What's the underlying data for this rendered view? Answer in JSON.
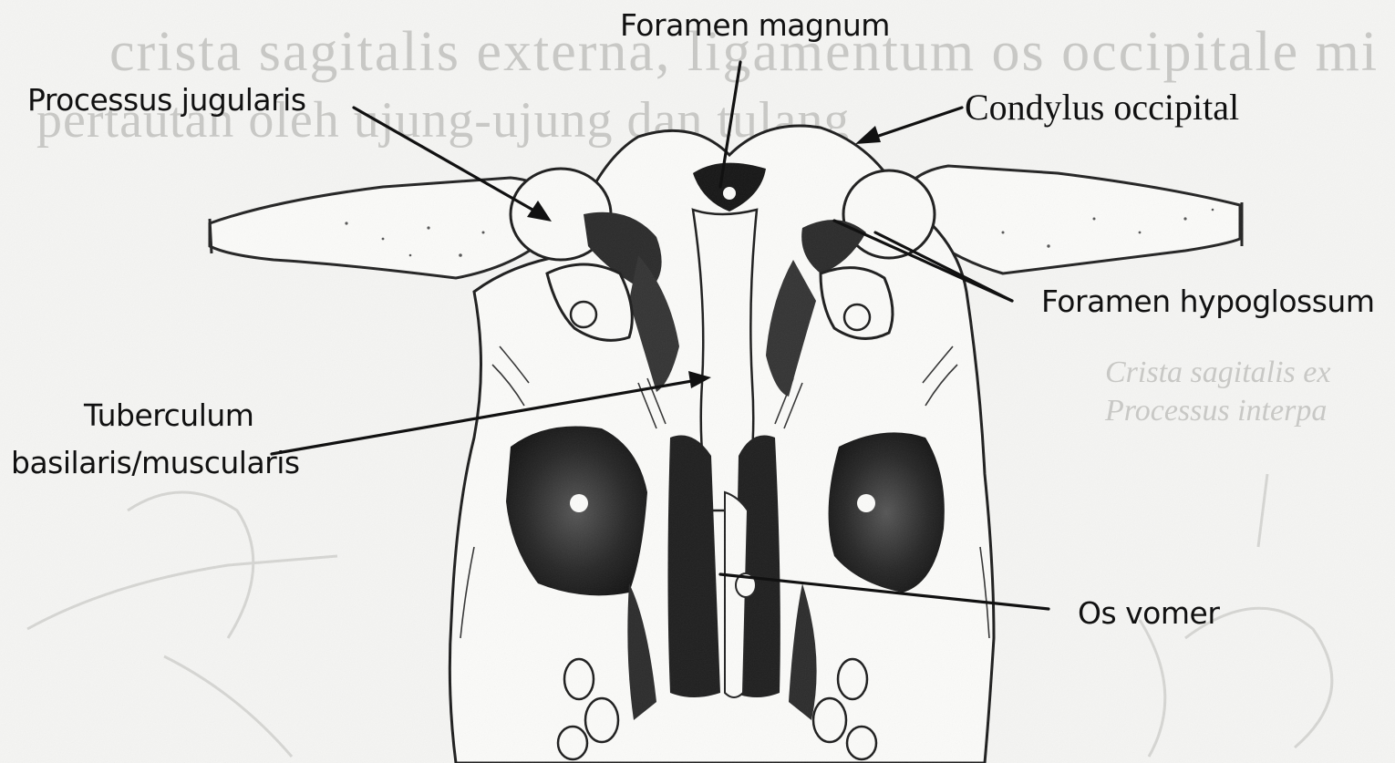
{
  "figure": {
    "background_text": {
      "line1": "crista sagitalis externa, ligamentum os occipitale mi n",
      "line2": "pertautan oleh ujung-ujung dan tulang",
      "right1": "Crista sagitalis ex",
      "right2": "Processus interpa"
    },
    "labels": {
      "foramen_magnum": "Foramen magnum",
      "processus_jugularis": "Processus jugularis",
      "condylus_occipital": "Condylus occipital",
      "foramen_hypoglossum": "Foramen hypoglossum",
      "tuberculum_line1": "Tuberculum",
      "tuberculum_line2": "basilaris/muscularis",
      "os_vomer": "Os vomer"
    },
    "colors": {
      "ink": "#111111",
      "paper": "#f5f5f3",
      "bone": "#fbfbf9",
      "shadow": "#2a2a2a",
      "ghost": "#c9c9c6"
    }
  }
}
